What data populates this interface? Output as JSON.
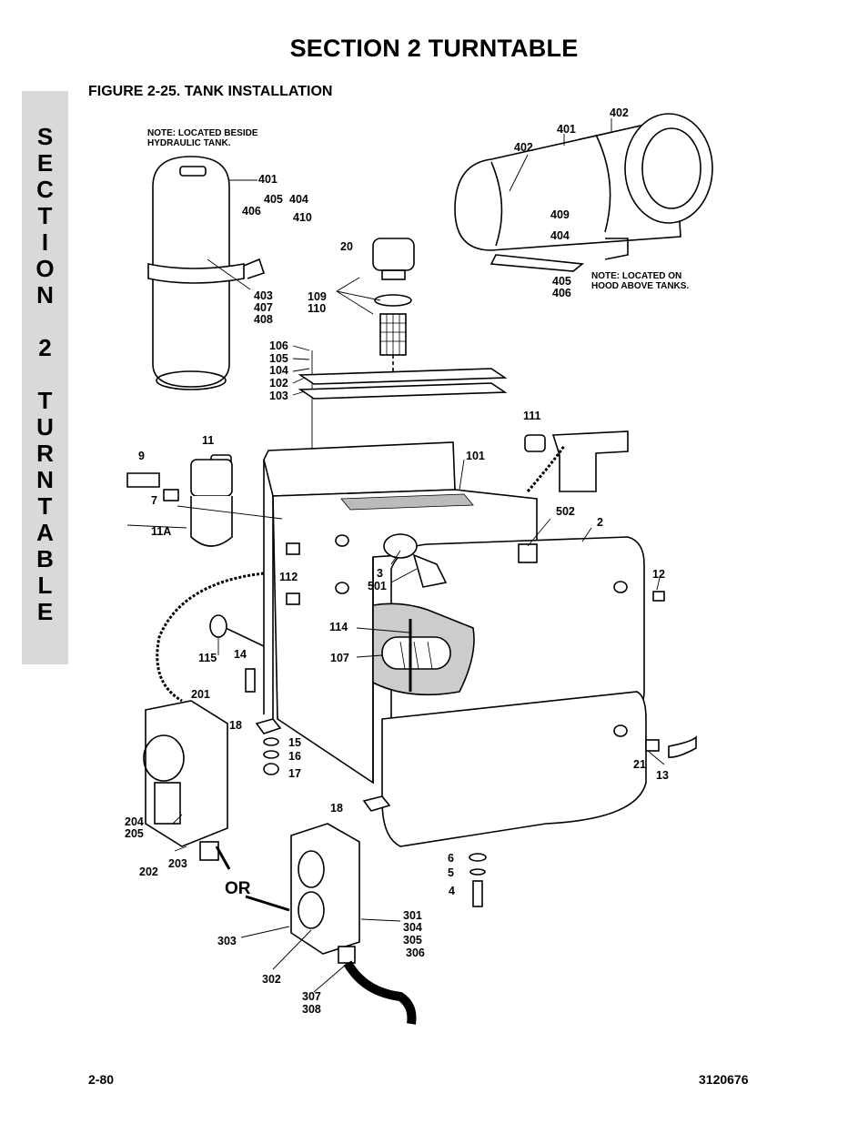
{
  "page": {
    "section_title": "SECTION 2  TURNTABLE",
    "figure_title": "FIGURE 2-25. TANK INSTALLATION",
    "side_tab_letters": [
      "S",
      "E",
      "C",
      "T",
      "I",
      "O",
      "N",
      " ",
      "2",
      " ",
      "T",
      "U",
      "R",
      "N",
      "T",
      "A",
      "B",
      "L",
      "E"
    ],
    "page_number": "2-80",
    "doc_number": "3120676"
  },
  "notes": {
    "left": [
      "NOTE: LOCATED BESIDE",
      "HYDRAULIC TANK."
    ],
    "right": [
      "NOTE: LOCATED ON",
      "HOOD ABOVE TANKS."
    ]
  },
  "or_label": "OR",
  "callouts": {
    "c401a": "401",
    "c405a": "405",
    "c404a": "404",
    "c406a": "406",
    "c410": "410",
    "c403": "403",
    "c407": "407",
    "c408": "408",
    "c402a": "402",
    "c401b": "401",
    "c402b": "402",
    "c409": "409",
    "c404b": "404",
    "c405b": "405",
    "c406b": "406",
    "c20": "20",
    "c109": "109",
    "c110": "110",
    "c106": "106",
    "c105": "105",
    "c104": "104",
    "c102": "102",
    "c103": "103",
    "c111": "111",
    "c101": "101",
    "c9": "9",
    "c11": "11",
    "c7": "7",
    "c11a": "11A",
    "c502": "502",
    "c2": "2",
    "c3": "3",
    "c501": "501",
    "c112": "112",
    "c12": "12",
    "c114": "114",
    "c107": "107",
    "c115": "115",
    "c14": "14",
    "c201": "201",
    "c18a": "18",
    "c15": "15",
    "c16": "16",
    "c17": "17",
    "c21": "21",
    "c13": "13",
    "c18b": "18",
    "c204": "204",
    "c205": "205",
    "c203": "203",
    "c202": "202",
    "c6": "6",
    "c5": "5",
    "c4": "4",
    "c301": "301",
    "c304": "304",
    "c305": "305",
    "c306": "306",
    "c303": "303",
    "c302": "302",
    "c307": "307",
    "c308": "308"
  }
}
